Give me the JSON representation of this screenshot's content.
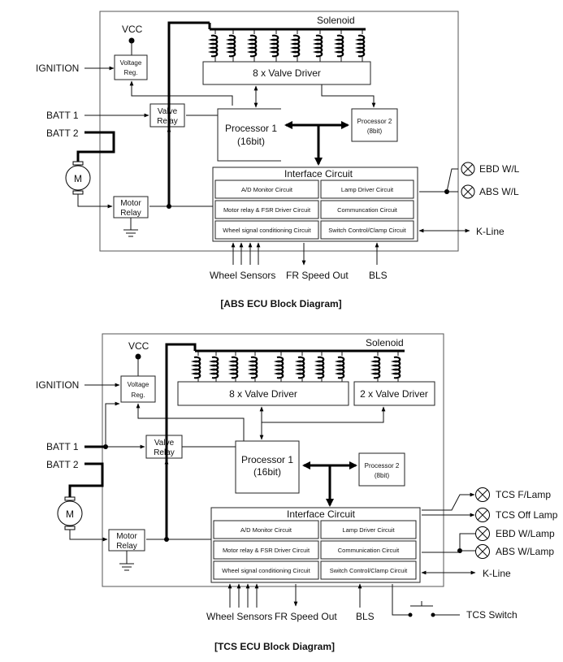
{
  "abs": {
    "caption": "[ABS ECU Block Diagram]",
    "vcc": "VCC",
    "ignition": "IGNITION",
    "batt1": "BATT 1",
    "batt2": "BATT 2",
    "motor_symbol": "M",
    "voltage_reg": [
      "Voltage",
      "Reg."
    ],
    "valve_relay": [
      "Valve",
      "Relay"
    ],
    "motor_relay": [
      "Motor",
      "Relay"
    ],
    "solenoid": "Solenoid",
    "valve_driver": "8 x Valve Driver",
    "processor1": [
      "Processor 1",
      "(16bit)"
    ],
    "processor2": [
      "Processor 2",
      "(8bit)"
    ],
    "interface_title": "Interface Circuit",
    "interface_cells": [
      "A/D Monitor Circuit",
      "Lamp Driver Circuit",
      "Motor relay & FSR Driver Circuit",
      "Communcation Circuit",
      "Wheel signal conditioning Circuit",
      "Switch Control/Clamp Circuit"
    ],
    "lamps": [
      "EBD W/L",
      "ABS W/L"
    ],
    "kline": "K-Line",
    "bottom": [
      "Wheel Sensors",
      "FR Speed Out",
      "BLS"
    ]
  },
  "tcs": {
    "caption": "[TCS ECU Block Diagram]",
    "vcc": "VCC",
    "ignition": "IGNITION",
    "batt1": "BATT 1",
    "batt2": "BATT 2",
    "motor_symbol": "M",
    "voltage_reg": [
      "Voltage",
      "Reg."
    ],
    "valve_relay": [
      "Valve",
      "Relay"
    ],
    "motor_relay": [
      "Motor",
      "Relay"
    ],
    "solenoid": "Solenoid",
    "valve_driver": "8 x Valve Driver",
    "valve_driver2": "2 x Valve Driver",
    "processor1": [
      "Processor 1",
      "(16bit)"
    ],
    "processor2": [
      "Processor 2",
      "(8bit)"
    ],
    "interface_title": "Interface Circuit",
    "interface_cells": [
      "A/D Monitor Circuit",
      "Lamp Driver Circuit",
      "Motor relay & FSR Driver Circuit",
      "Communication Circuit",
      "Wheel signal conditioning Circuit",
      "Switch Control/Clamp Circuit"
    ],
    "lamps": [
      "TCS F/Lamp",
      "TCS Off Lamp",
      "EBD W/Lamp",
      "ABS W/Lamp"
    ],
    "kline": "K-Line",
    "bottom": [
      "Wheel Sensors",
      "FR Speed Out",
      "BLS"
    ],
    "tcs_switch": "TCS Switch"
  }
}
